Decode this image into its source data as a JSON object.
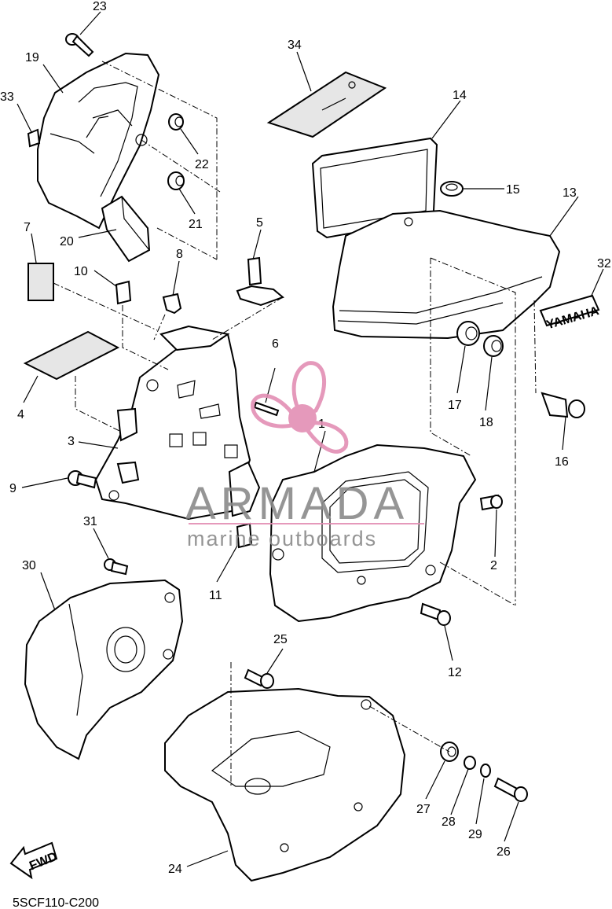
{
  "diagram": {
    "code": "5SCF110-C200",
    "fwd_label": "FWD",
    "decal_text": "YAMAHA",
    "watermark": {
      "brand": "ARMADA",
      "tagline": "marine outboards",
      "logo_color": "#e38fb4",
      "text_color": "#8a8a8a"
    },
    "callouts": {
      "c1": "1",
      "c2": "2",
      "c3": "3",
      "c4": "4",
      "c5": "5",
      "c6": "6",
      "c7": "7",
      "c8": "8",
      "c9": "9",
      "c10": "10",
      "c11": "11",
      "c12": "12",
      "c13": "13",
      "c14": "14",
      "c15": "15",
      "c16": "16",
      "c17": "17",
      "c18": "18",
      "c19": "19",
      "c20": "20",
      "c21": "21",
      "c22": "22",
      "c23": "23",
      "c24": "24",
      "c25": "25",
      "c26": "26",
      "c27": "27",
      "c28": "28",
      "c29": "29",
      "c30": "30",
      "c31": "31",
      "c32": "32",
      "c33": "33",
      "c34": "34"
    }
  }
}
